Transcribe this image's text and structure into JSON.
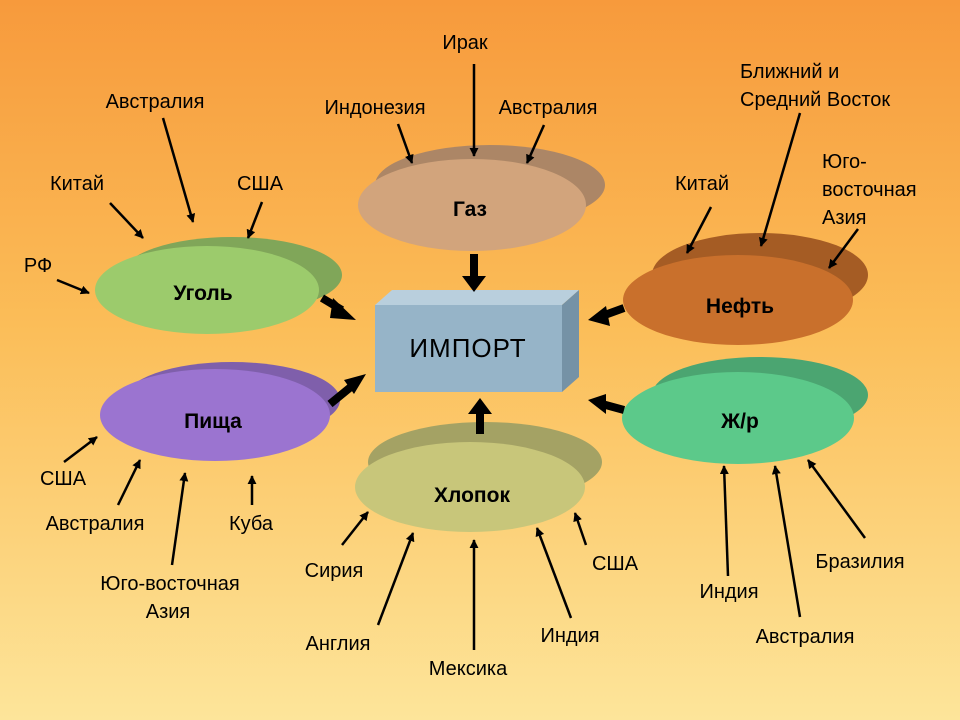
{
  "center": {
    "label": "ИМПОРТ",
    "color": "#96b4c8"
  },
  "nodes": {
    "coal": {
      "label": "Уголь",
      "color": "#9ccb6c"
    },
    "gas": {
      "label": "Газ",
      "color": "#d2a47c"
    },
    "oil": {
      "label": "Нефть",
      "color": "#c9702c"
    },
    "food": {
      "label": "Пища",
      "color": "#9b74d0"
    },
    "cotton": {
      "label": "Хлопок",
      "color": "#c8c67a"
    },
    "rail": {
      "label": "Ж/р",
      "color": "#5cc98a"
    }
  },
  "sources": {
    "coal": [
      "Австралия",
      "Китай",
      "США",
      "РФ"
    ],
    "gas": [
      "Ирак",
      "Индонезия",
      "Австралия"
    ],
    "oil": [
      "Ближний и",
      "Средний Восток",
      "Юго-",
      "восточная",
      "Азия",
      "Китай"
    ],
    "food": [
      "США",
      "Австралия",
      "Куба",
      "Юго-восточная",
      "Азия"
    ],
    "cotton": [
      "Сирия",
      "США",
      "Англия",
      "Мексика",
      "Индия"
    ],
    "rail": [
      "Бразилия",
      "Индия",
      "Австралия"
    ]
  }
}
